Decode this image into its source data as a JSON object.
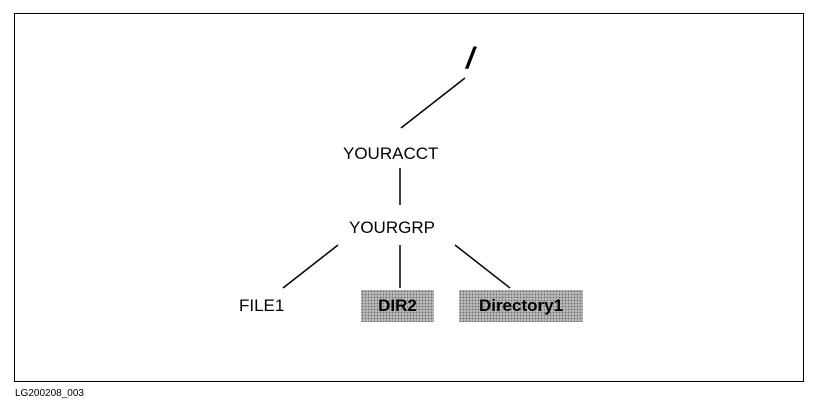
{
  "tree": {
    "root": "/",
    "account": "YOURACCT",
    "group": "YOURGRP",
    "children": [
      {
        "label": "FILE1",
        "kind": "file"
      },
      {
        "label": "DIR2",
        "kind": "directory"
      },
      {
        "label": "Directory1",
        "kind": "directory"
      }
    ]
  },
  "caption": "LG200208_003",
  "colors": {
    "line": "#000000",
    "directory_fill": "#b8b8b8"
  }
}
